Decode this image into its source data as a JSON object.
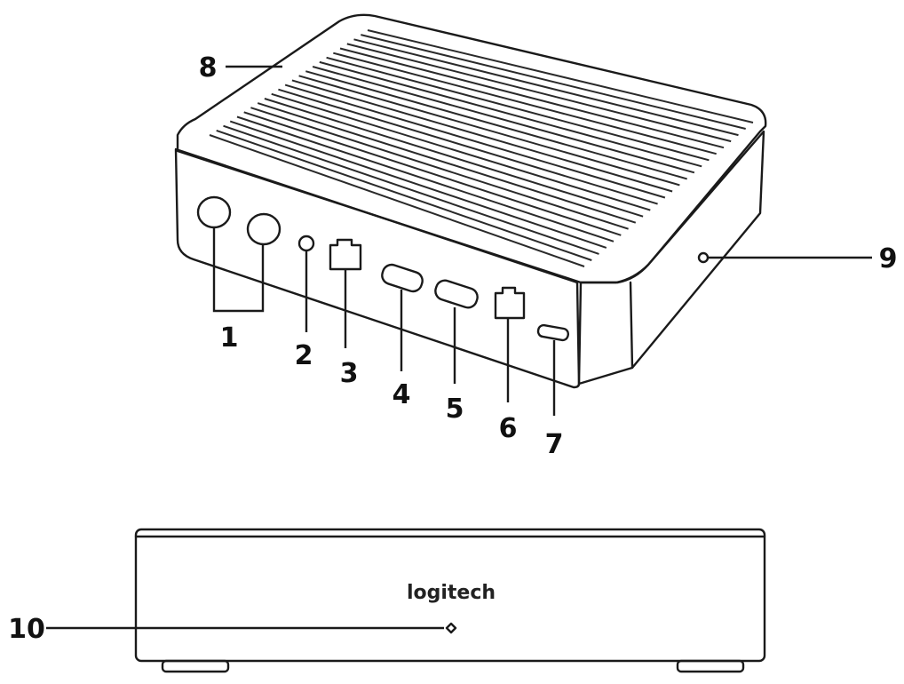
{
  "diagram": {
    "logo_text": "logitech",
    "callouts": [
      {
        "id": "1",
        "label": "1"
      },
      {
        "id": "2",
        "label": "2"
      },
      {
        "id": "3",
        "label": "3"
      },
      {
        "id": "4",
        "label": "4"
      },
      {
        "id": "5",
        "label": "5"
      },
      {
        "id": "6",
        "label": "6"
      },
      {
        "id": "7",
        "label": "7"
      },
      {
        "id": "8",
        "label": "8"
      },
      {
        "id": "9",
        "label": "9"
      },
      {
        "id": "10",
        "label": "10"
      }
    ]
  }
}
